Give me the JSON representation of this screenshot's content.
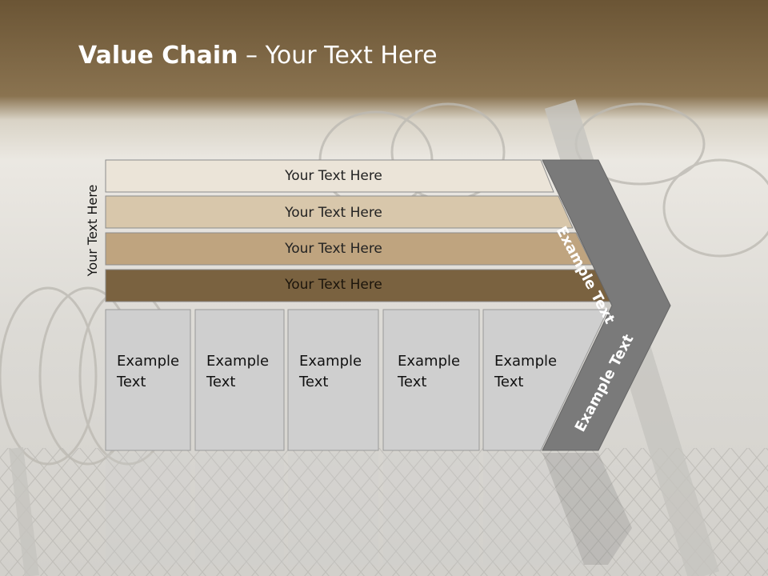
{
  "title": {
    "bold": "Value Chain",
    "rest": " – Your Text Here"
  },
  "side_label": "Your Text Here",
  "rows": [
    {
      "label": "Your Text Here",
      "color": "#ebe4d8"
    },
    {
      "label": "Your Text Here",
      "color": "#d8c7ab"
    },
    {
      "label": "Your Text Here",
      "color": "#bfa47f"
    },
    {
      "label": "Your Text Here",
      "color": "#7a6240"
    }
  ],
  "boxes": [
    {
      "line1": "Example",
      "line2": "Text"
    },
    {
      "line1": "Example",
      "line2": "Text"
    },
    {
      "line1": "Example",
      "line2": "Text"
    },
    {
      "line1": "Example",
      "line2": "Text"
    },
    {
      "line1": "Example",
      "line2": "Text"
    }
  ],
  "chevron": {
    "upper": "Example Text",
    "lower": "Example Text",
    "color": "#7a7a7a"
  },
  "colors": {
    "box_fill": "#cfcfcf",
    "box_border": "#9a9a9a",
    "header_brown": "#7a6240"
  }
}
